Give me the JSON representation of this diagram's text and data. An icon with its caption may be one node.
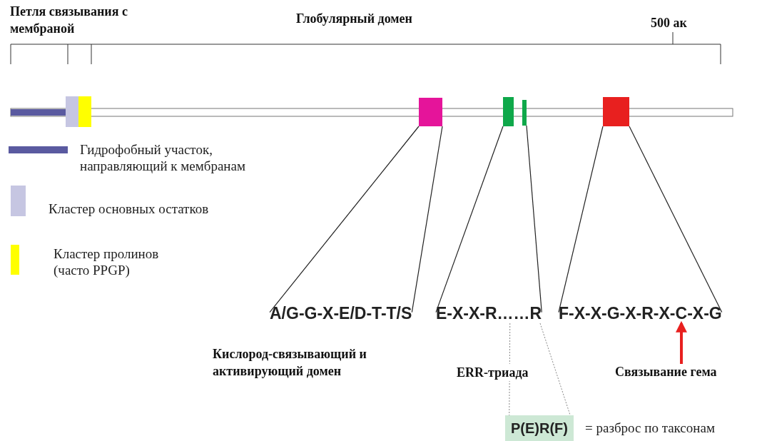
{
  "diagram": {
    "nodes": [
      {
        "text": [],
        "shape": "box"
      },
      {
        "text": [],
        "shape": "box"
      },
      {
        "text": [],
        "shape": "box"
      },
      {
        "text": [],
        "shape": "box"
      },
      {
        "text": [
          "A/G-G-X-E/D-T-T/S"
        ]
      },
      {
        "text": [
          "E-X-X-R……R"
        ]
      },
      {
        "text": [
          "F-X-X-G-X-R-X-C-X-G"
        ]
      },
      {
        "text": [
          "P(E)R(F)"
        ],
        "beside": [
          "= разброс по таксонам"
        ]
      },
      {
        "text": [
          "Связывание гема"
        ]
      }
    ],
    "edges": [
      {
        "from": 0,
        "to": 4,
        "arrow": "none"
      },
      {
        "from": 0,
        "to": 4,
        "arrow": "none"
      },
      {
        "from": 1,
        "to": 5,
        "arrow": "none"
      },
      {
        "from": 2,
        "to": 5,
        "arrow": "none"
      },
      {
        "from": 3,
        "to": 6,
        "arrow": "none"
      },
      {
        "from": 3,
        "to": 6,
        "arrow": "none"
      },
      {
        "from": 5,
        "to": 7,
        "arrow": "none",
        "style": "dashed",
        "color": "#888888"
      },
      {
        "from": 5,
        "to": 7,
        "arrow": "none",
        "style": "dashed",
        "color": "#888888"
      },
      {
        "from": 8,
        "to": 6,
        "arrow": "to",
        "style": "thick",
        "color": "#e8201f"
      }
    ],
    "labels": [
      "Петля связывания с мембраной",
      "Глобулярный домен",
      "500 ак",
      "Кислород-связывающий и активирующий домен",
      "ERR-триада"
    ],
    "legend": [
      {
        "text": "Гидрофобный участок, направляющий к мембранам",
        "color": "#5a5aa0"
      },
      {
        "text": "Кластер основных остатков",
        "color": "#c6c6e2"
      },
      {
        "text": "Кластер пролинов (часто PPGP)",
        "color": "#ffff00"
      }
    ]
  }
}
